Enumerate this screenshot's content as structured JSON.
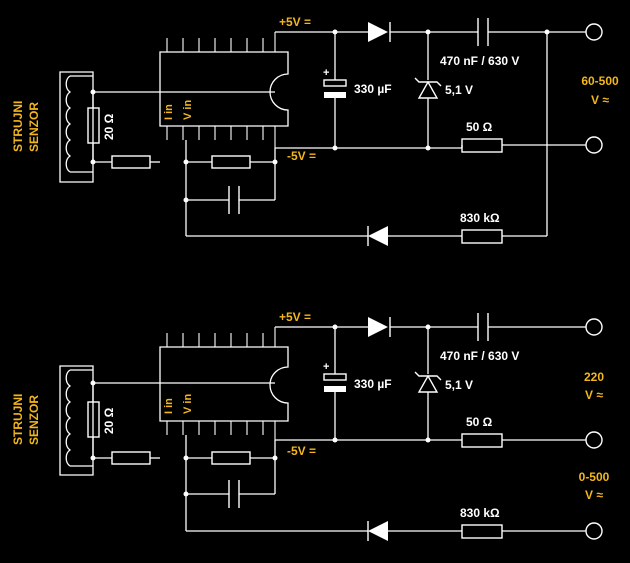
{
  "colors": {
    "background": "#000000",
    "wire": "#ffffff",
    "accent": "#f3b71d"
  },
  "circuits": [
    {
      "sensor_label": [
        "STRUJNI",
        "SENZOR"
      ],
      "supply_pos": "+5V =",
      "supply_neg": "-5V =",
      "ic_pin_i": "I in",
      "ic_pin_v": "V in",
      "r_shunt": "20 Ω",
      "cap_electrolytic": "330 µF",
      "cap_film": "470 nF / 630 V",
      "zener": "5,1 V",
      "r_out": "50 Ω",
      "r_series": "830 kΩ",
      "output_labels": [
        [
          "60-500",
          "V ≈"
        ]
      ]
    },
    {
      "sensor_label": [
        "STRUJNI",
        "SENZOR"
      ],
      "supply_pos": "+5V =",
      "supply_neg": "-5V =",
      "ic_pin_i": "I in",
      "ic_pin_v": "V in",
      "r_shunt": "20 Ω",
      "cap_electrolytic": "330 µF",
      "cap_film": "470 nF / 630 V",
      "zener": "5,1 V",
      "r_out": "50 Ω",
      "r_series": "830 kΩ",
      "output_labels": [
        [
          "220",
          "V ≈"
        ],
        [
          "0-500",
          "V ≈"
        ]
      ]
    }
  ]
}
